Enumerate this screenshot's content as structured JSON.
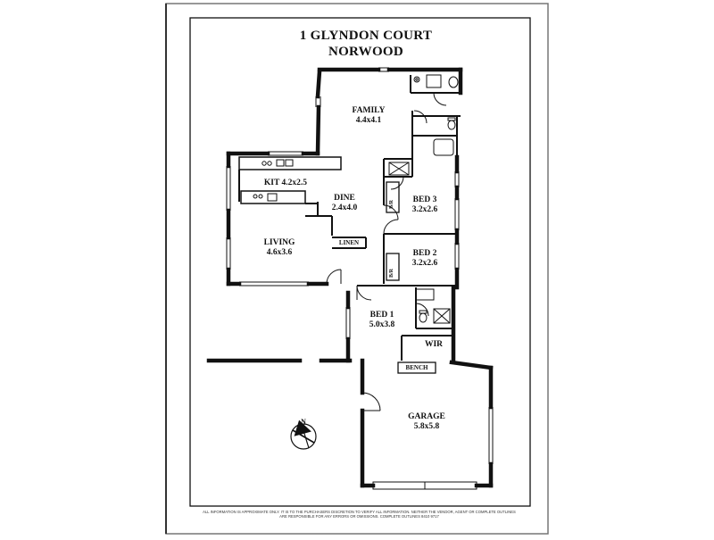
{
  "plan": {
    "title_line1": "1 GLYNDON COURT",
    "title_line2": "NORWOOD",
    "rooms": [
      {
        "name": "FAMILY",
        "dims": "4.4x4.1"
      },
      {
        "name": "KIT 4.2x2.5",
        "dims": ""
      },
      {
        "name": "DINE",
        "dims": "2.4x4.0"
      },
      {
        "name": "LIVING",
        "dims": "4.6x3.6"
      },
      {
        "name": "BED 3",
        "dims": "3.2x2.6"
      },
      {
        "name": "BED 2",
        "dims": "3.2x2.6"
      },
      {
        "name": "BED 1",
        "dims": "5.0x3.8"
      },
      {
        "name": "GARAGE",
        "dims": "5.8x5.8"
      }
    ],
    "fixtures": {
      "linen": "LINEN",
      "wir": "WIR",
      "bench": "BENCH",
      "robe_bed3": "B/R",
      "robe_bed2": "B/R",
      "north": "N"
    },
    "disclaimer": "ALL INFORMATION IS APPROXIMATE ONLY. IT IS TO THE PURCHASERS DISCRETION TO VERIFY ALL INFORMATION. NEITHER THE VENDOR, AGENT OR COMPLETE OUTLINES ARE RESPONSIBLE FOR ANY ERRORS OR OMISSIONS. COMPLETE OUTLINES 8410 9717"
  }
}
